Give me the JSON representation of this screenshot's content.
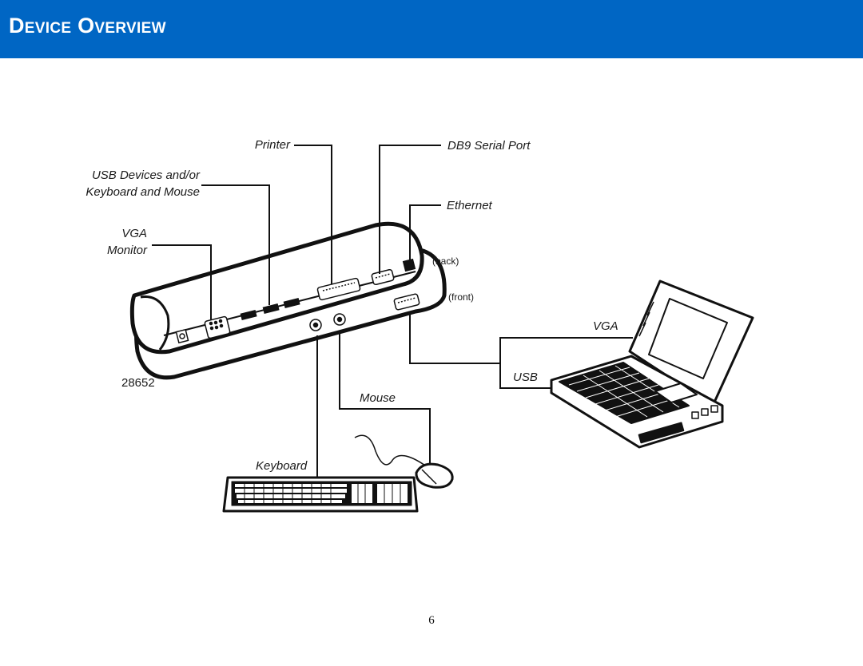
{
  "header": {
    "title": "Device Overview",
    "background_color": "#0066c4"
  },
  "diagram": {
    "labels": {
      "printer": "Printer",
      "db9": "DB9 Serial Port",
      "usb_devices_line1": "USB Devices and/or",
      "usb_devices_line2": "Keyboard and Mouse",
      "ethernet": "Ethernet",
      "vga_monitor_line1": "VGA",
      "vga_monitor_line2": "Monitor",
      "back": "(back)",
      "front": "(front)",
      "model_number": "28652",
      "vga_laptop": "VGA",
      "usb_laptop": "USB",
      "mouse": "Mouse",
      "keyboard": "Keyboard"
    }
  },
  "footer": {
    "page_number": "6"
  }
}
